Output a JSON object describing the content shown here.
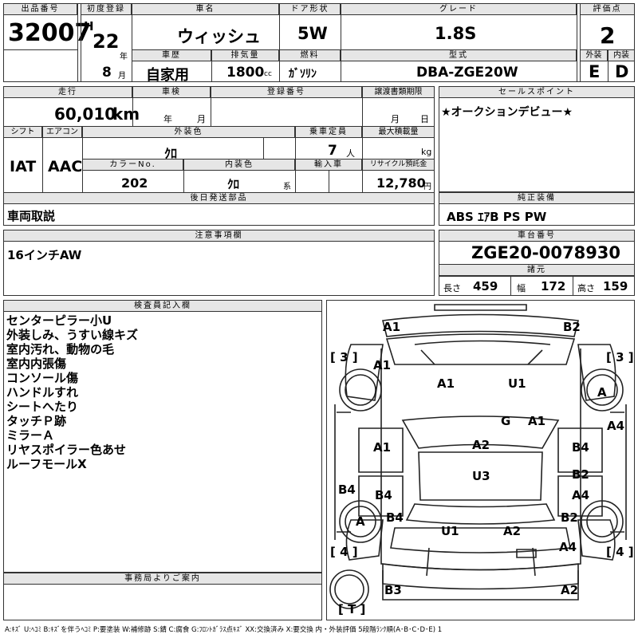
{
  "header": {
    "lot_label": "出品番号",
    "lot_number": "32007",
    "first_reg_label": "初度登録",
    "era_letter": "H",
    "era_year": "22",
    "year_unit": "年",
    "month_value": "8",
    "month_unit": "月",
    "car_name_label": "車名",
    "car_name": "ウィッシュ",
    "door_label": "ドア形状",
    "door_value": "5W",
    "grade_label": "グレード",
    "grade_value": "1.8S",
    "score_label": "評価点",
    "score_value": "2",
    "history_label": "車歴",
    "history_value": "自家用",
    "displacement_label": "排気量",
    "displacement_value": "1800",
    "displacement_unit": "cc",
    "fuel_label": "燃料",
    "fuel_value": "ｶﾞｿﾘﾝ",
    "model_label": "型式",
    "model_value": "DBA-ZGE20W",
    "exterior_label": "外装",
    "exterior_value": "E",
    "interior_label": "内装",
    "interior_value": "D"
  },
  "row2": {
    "mileage_label": "走行",
    "mileage_value": "60,010",
    "mileage_unit": "km",
    "inspection_label": "車検",
    "inspection_year_unit": "年",
    "inspection_month_unit": "月",
    "reg_number_label": "登録番号",
    "transfer_label": "譲渡書類期限",
    "transfer_month_unit": "月",
    "transfer_day_unit": "日",
    "shift_label": "シフト",
    "shift_value": "IAT",
    "ac_label": "エアコン",
    "ac_value": "AAC",
    "ext_color_label": "外装色",
    "ext_color_value": "ｸﾛ",
    "capacity_label": "乗車定員",
    "capacity_value": "7",
    "capacity_unit": "人",
    "max_load_label": "最大積載量",
    "max_load_unit": "kg",
    "color_no_label": "カラーNo.",
    "color_no_value": "202",
    "int_color_label": "内装色",
    "int_color_value": "ｸﾛ",
    "int_color_suffix": "系",
    "import_label": "輸入車",
    "recycle_label": "リサイクル預託金",
    "recycle_value": "12,780",
    "recycle_unit": "円",
    "later_parts_label": "後日発送部品",
    "later_parts_value": "車両取説"
  },
  "sales": {
    "label": "セールスポイント",
    "value": "★オークションデビュー★"
  },
  "equipment": {
    "label": "純正装備",
    "value": "ABS ｴｱB PS PW"
  },
  "caution": {
    "label": "注意事項欄",
    "value": "16インチAW"
  },
  "chassis": {
    "label": "車台番号",
    "value": "ZGE20-0078930",
    "spec_label": "諸元",
    "length_label": "長さ",
    "length_value": "459",
    "width_label": "幅",
    "width_value": "172",
    "height_label": "高さ",
    "height_value": "159"
  },
  "inspector": {
    "label": "検査員記入欄",
    "lines": [
      "センターピラー小U",
      "外装しみ、うすい線キズ",
      "室内汚れ、動物の毛",
      "室内内張傷",
      "コンソール傷",
      "ハンドルすれ",
      "シートへたり",
      "タッチＰ跡",
      "ミラーＡ",
      "リヤスポイラー色あせ",
      "ルーフモールX"
    ]
  },
  "office": {
    "label": "事務局よりご案内"
  },
  "diagram": {
    "tire_fl": "3",
    "tire_fr": "3",
    "tire_rl": "4",
    "tire_rr": "4",
    "spare": "T",
    "marks": {
      "front_bumper_l": "A1",
      "front_bumper_r": "B2",
      "fender_fl": "A1",
      "hood_l": "A1",
      "hood_r": "U1",
      "wheel_fr": "A",
      "windshield": "G",
      "pillar_r": "A1",
      "fender_fr": "A4",
      "door_fl": "A1",
      "roof_a": "A2",
      "door_fr": "B4",
      "roof_u": "U3",
      "door_rr": "B2",
      "sill_l": "B4",
      "door_rl": "B4",
      "door_rr2": "A4",
      "wheel_rl": "A",
      "quarter_l": "B4",
      "quarter_r": "B2",
      "trunk_l": "U1",
      "trunk_r": "A2",
      "quarter_rr": "A4",
      "rear_bumper_l": "B3",
      "rear_bumper_r": "A2"
    }
  },
  "legend": "A:ｷｽﾞ U:ﾍｺﾐ B:ｷｽﾞを伴うﾍｺﾐ P:要塗装 W:補修跡 S:錆 C:腐食 G:ﾌﾛﾝﾄｶﾞﾗｽ点ｷｽﾞ XX:交換済み X:要交換 内・外装評価 5段階ﾗﾝｸ順(A･B･C･D･E) 1"
}
